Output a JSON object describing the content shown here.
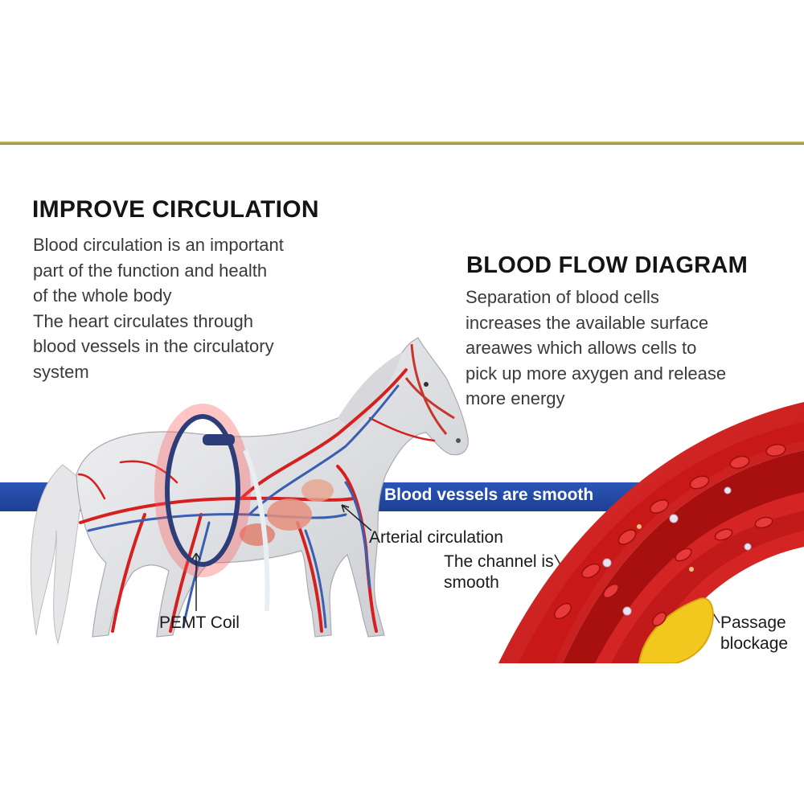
{
  "left_section": {
    "title": "IMPROVE CIRCULATION",
    "lines": [
      "Blood circulation is an important",
      "part of the function and health",
      "of the whole body",
      "The heart circulates through",
      "blood vessels in the circulatory",
      "system"
    ]
  },
  "right_section": {
    "title": "BLOOD FLOW DIAGRAM",
    "lines": [
      "Separation of blood cells",
      "increases the available surface",
      "areawes which allows cells to",
      "pick up more axygen and release",
      "more energy"
    ]
  },
  "banner": {
    "text": "Blood vessels are smooth"
  },
  "labels": {
    "arterial": "Arterial circulation",
    "channel_line1": "The channel is",
    "channel_line2": "smooth",
    "pemt": "PEMT Coil",
    "blockage_line1": "Passage",
    "blockage_line2": "blockage"
  },
  "colors": {
    "accent_rule": "#a8a44a",
    "banner_blue": "#1f48a6",
    "vessel_red": "#d61f1f",
    "vein_blue": "#3a5fb0",
    "plaque_yellow": "#f2c81e"
  }
}
